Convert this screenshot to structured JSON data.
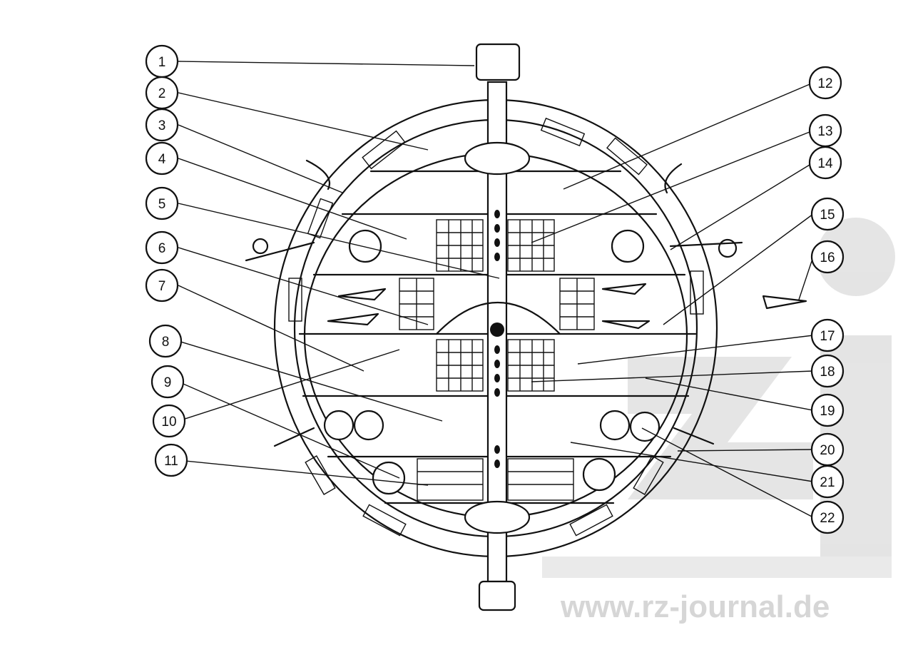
{
  "watermark": {
    "text": "www.rz-journal.de",
    "color": "#d6d6d6"
  },
  "callouts": [
    {
      "id": "1",
      "label": "1"
    },
    {
      "id": "2",
      "label": "2"
    },
    {
      "id": "3",
      "label": "3"
    },
    {
      "id": "4",
      "label": "4"
    },
    {
      "id": "5",
      "label": "5"
    },
    {
      "id": "6",
      "label": "6"
    },
    {
      "id": "7",
      "label": "7"
    },
    {
      "id": "8",
      "label": "8"
    },
    {
      "id": "9",
      "label": "9"
    },
    {
      "id": "10",
      "label": "10"
    },
    {
      "id": "11",
      "label": "11"
    },
    {
      "id": "12",
      "label": "12"
    },
    {
      "id": "13",
      "label": "13"
    },
    {
      "id": "14",
      "label": "14"
    },
    {
      "id": "15",
      "label": "15"
    },
    {
      "id": "16",
      "label": "16"
    },
    {
      "id": "17",
      "label": "17"
    },
    {
      "id": "18",
      "label": "18"
    },
    {
      "id": "19",
      "label": "19"
    },
    {
      "id": "20",
      "label": "20"
    },
    {
      "id": "21",
      "label": "21"
    },
    {
      "id": "22",
      "label": "22"
    }
  ],
  "icons": {
    "ship": "space-station-cross-section",
    "fighters": "fighter-craft-icon",
    "tanks": "spherical-tank-icon"
  }
}
